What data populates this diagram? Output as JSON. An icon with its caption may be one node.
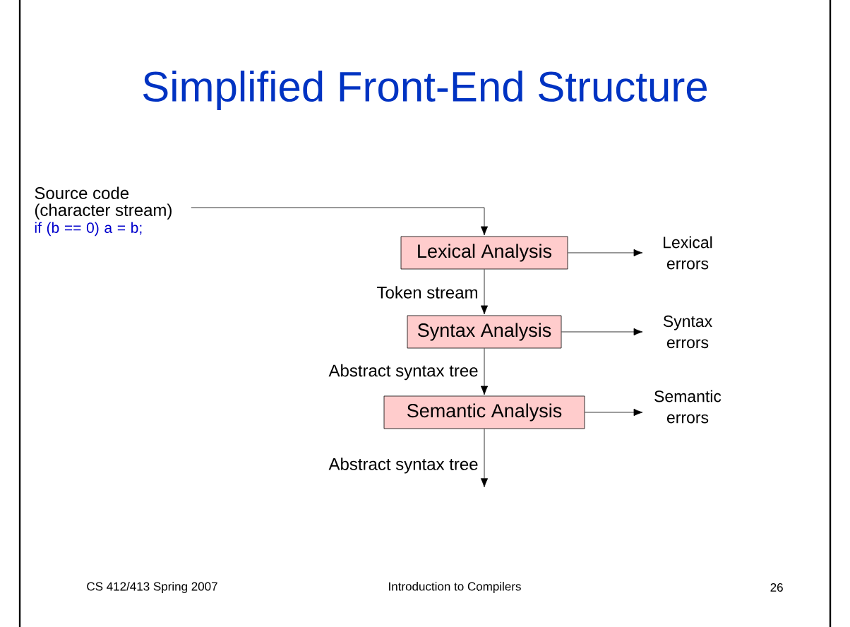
{
  "diagram": {
    "title": "Simplified Front-End Structure",
    "nodes": [
      {
        "text": [
          "Source code (character stream)",
          "if (b == 0) a = b;"
        ]
      },
      {
        "text": [
          "Lexical Analysis"
        ]
      },
      {
        "text": [
          "Lexical errors"
        ]
      },
      {
        "text": [
          "Syntax Analysis"
        ]
      },
      {
        "text": [
          "Syntax errors"
        ]
      },
      {
        "text": [
          "Semantic Analysis"
        ]
      },
      {
        "text": [
          "Semantic errors"
        ]
      }
    ],
    "edges": [
      {
        "from": 0,
        "to": 1,
        "arrow": "to"
      },
      {
        "from": 1,
        "to": 2,
        "arrow": "to"
      },
      {
        "from": 1,
        "to": 3,
        "label": "Token stream",
        "arrow": "to"
      },
      {
        "from": 3,
        "to": 4,
        "arrow": "to"
      },
      {
        "from": 3,
        "to": 5,
        "label": "Abstract syntax tree",
        "arrow": "to"
      },
      {
        "from": 5,
        "to": 6,
        "arrow": "to"
      },
      {
        "from": 5,
        "to": null,
        "label": "Abstract syntax tree",
        "arrow": "to"
      }
    ],
    "labels": [
      "CS 412/413 Spring 2007",
      "Introduction to Compilers",
      "26"
    ]
  }
}
